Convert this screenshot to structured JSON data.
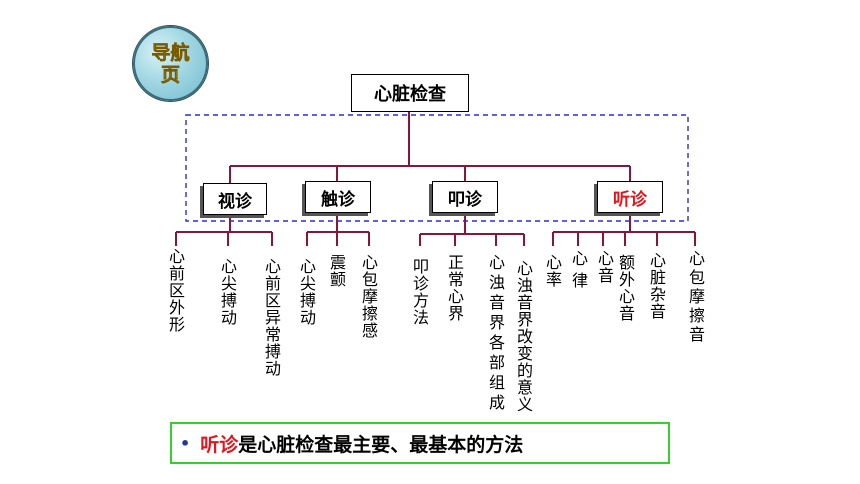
{
  "nav": {
    "label": "导航页"
  },
  "root": {
    "label": "心脏检查"
  },
  "methods": [
    {
      "label": "视诊",
      "color": "#000000"
    },
    {
      "label": "触诊",
      "color": "#000000"
    },
    {
      "label": "叩诊",
      "color": "#000000"
    },
    {
      "label": "听诊",
      "color": "#e8121a"
    }
  ],
  "items": {
    "shi": [
      "心前区外形",
      "心尖搏动",
      "心前区异常搏动"
    ],
    "chu": [
      "心尖搏动",
      "震颤",
      "心包摩擦感"
    ],
    "kou": [
      "叩诊方法",
      "正常心界",
      "心浊音界各部组成",
      "心浊音界改变的意义"
    ],
    "ting": [
      "心率",
      "心律",
      "心音",
      "额外心音",
      "心脏杂音",
      "心包摩擦音"
    ]
  },
  "callout": {
    "highlight": "听诊",
    "rest": "是心脏检查最主要、最基本的方法"
  },
  "colors": {
    "line": "#8b1538",
    "dashed": "#2b2bd6",
    "accent": "#e8121a",
    "callout_border": "#35d02c"
  }
}
